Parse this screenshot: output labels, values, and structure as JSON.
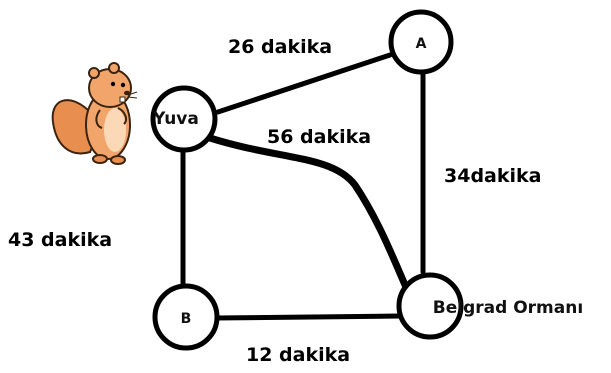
{
  "colors": {
    "line": "#000000",
    "beaver_body": "#f2a56b",
    "beaver_belly": "#fbd8b6",
    "beaver_tail": "#e88e4f"
  },
  "nodes": {
    "home": "Yuva",
    "a": "A",
    "b": "B",
    "forest": "Belgrad Ormanı"
  },
  "edges": {
    "home_a": "26 dakika",
    "home_forest": "56 dakika",
    "a_forest": "34dakika",
    "home_b": "43 dakika",
    "b_forest": "12 dakika"
  },
  "icons": {
    "home_marker": "beaver-icon"
  }
}
